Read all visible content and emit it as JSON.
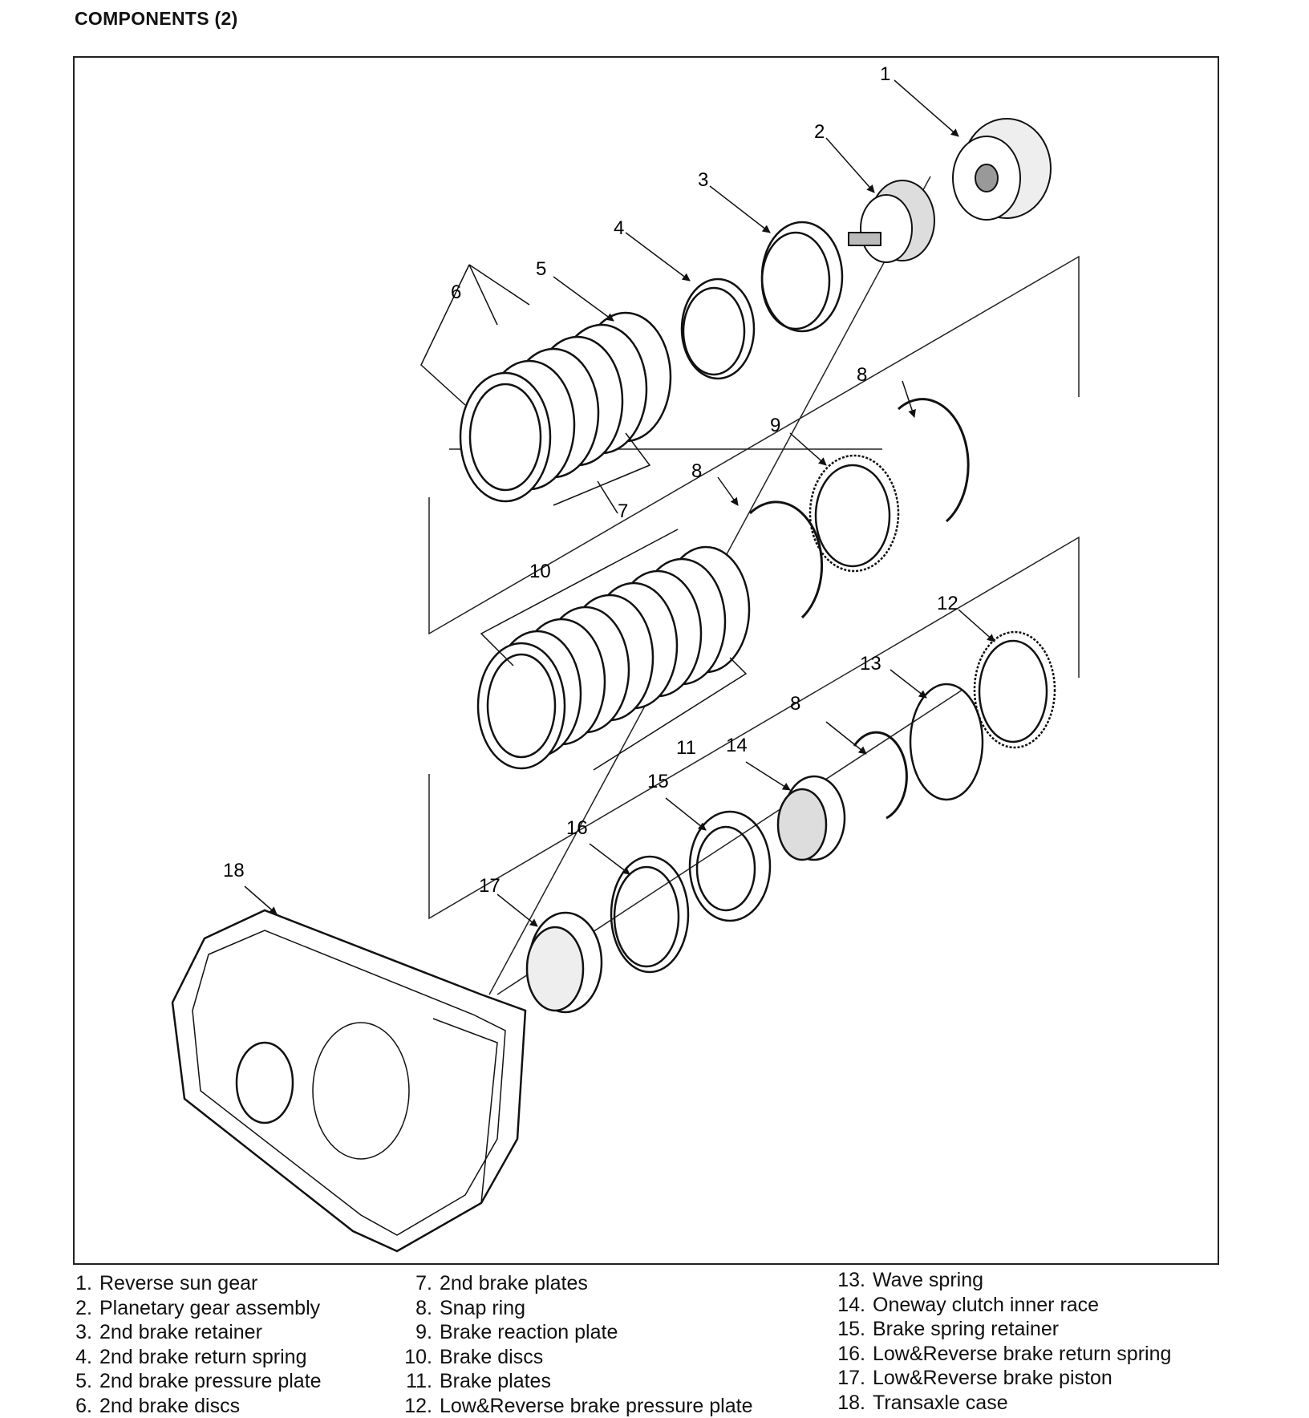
{
  "title": "COMPONENTS (2)",
  "callouts": [
    "1",
    "2",
    "3",
    "4",
    "5",
    "6",
    "7",
    "8",
    "9",
    "10",
    "11",
    "12",
    "13",
    "14",
    "15",
    "16",
    "17",
    "18"
  ],
  "legend": {
    "col1": [
      {
        "num": "1.",
        "text": "Reverse sun gear"
      },
      {
        "num": "2.",
        "text": "Planetary gear assembly"
      },
      {
        "num": "3.",
        "text": "2nd brake retainer"
      },
      {
        "num": "4.",
        "text": "2nd brake return spring"
      },
      {
        "num": "5.",
        "text": "2nd brake pressure plate"
      },
      {
        "num": "6.",
        "text": "2nd brake discs"
      }
    ],
    "col2": [
      {
        "num": "7.",
        "text": "2nd brake plates"
      },
      {
        "num": "8.",
        "text": "Snap ring"
      },
      {
        "num": "9.",
        "text": "Brake reaction plate"
      },
      {
        "num": "10.",
        "text": "Brake discs"
      },
      {
        "num": "11.",
        "text": "Brake plates"
      },
      {
        "num": "12.",
        "text": "Low&Reverse brake pressure plate"
      }
    ],
    "col3": [
      {
        "num": "13.",
        "text": "Wave spring"
      },
      {
        "num": "14.",
        "text": "Oneway clutch inner race"
      },
      {
        "num": "15.",
        "text": "Brake spring retainer"
      },
      {
        "num": "16.",
        "text": "Low&Reverse brake return spring"
      },
      {
        "num": "17.",
        "text": "Low&Reverse brake piston"
      },
      {
        "num": "18.",
        "text": "Transaxle case"
      }
    ]
  }
}
